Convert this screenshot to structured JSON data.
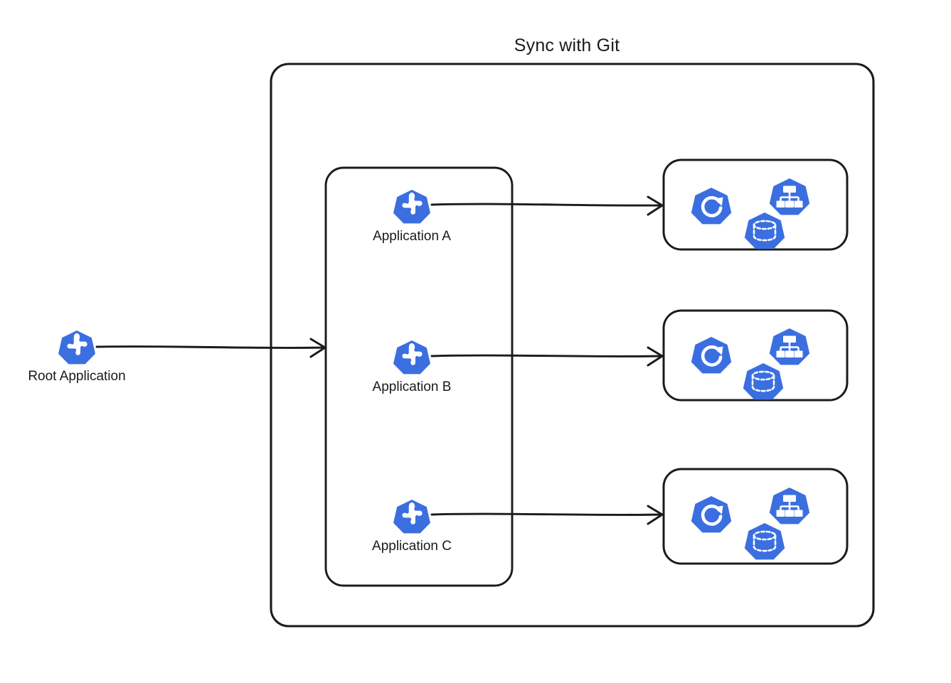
{
  "diagram": {
    "title": "Sync with Git",
    "background_color": "#ffffff",
    "stroke_color": "#1b1b1b",
    "accent_color": "#3b6fe0",
    "icon_glyph_color": "#ffffff"
  },
  "root_node": {
    "label": "Root Application",
    "icon": "argocd-application-icon"
  },
  "applications_group": {
    "name": "applications-container",
    "items": [
      {
        "label": "Application A",
        "icon": "argocd-application-icon"
      },
      {
        "label": "Application B",
        "icon": "argocd-application-icon"
      },
      {
        "label": "Application C",
        "icon": "argocd-application-icon"
      }
    ]
  },
  "clusters": [
    {
      "name": "cluster-resources-a",
      "icons": [
        {
          "name": "k8s-deployment-icon",
          "glyph": "circular-arrow"
        },
        {
          "name": "k8s-service-icon",
          "glyph": "hierarchy-tree"
        },
        {
          "name": "k8s-persistent-volume-icon",
          "glyph": "database-cylinder"
        }
      ]
    },
    {
      "name": "cluster-resources-b",
      "icons": [
        {
          "name": "k8s-deployment-icon",
          "glyph": "circular-arrow"
        },
        {
          "name": "k8s-service-icon",
          "glyph": "hierarchy-tree"
        },
        {
          "name": "k8s-persistent-volume-icon",
          "glyph": "database-cylinder"
        }
      ]
    },
    {
      "name": "cluster-resources-c",
      "icons": [
        {
          "name": "k8s-deployment-icon",
          "glyph": "circular-arrow"
        },
        {
          "name": "k8s-service-icon",
          "glyph": "hierarchy-tree"
        },
        {
          "name": "k8s-persistent-volume-icon",
          "glyph": "database-cylinder"
        }
      ]
    }
  ],
  "connections": [
    {
      "name": "root-to-applications-arrow",
      "from": "Root Application",
      "to": "applications-container"
    },
    {
      "name": "application-a-to-cluster-arrow",
      "from": "Application A",
      "to": "cluster-resources-a"
    },
    {
      "name": "application-b-to-cluster-arrow",
      "from": "Application B",
      "to": "cluster-resources-b"
    },
    {
      "name": "application-c-to-cluster-arrow",
      "from": "Application C",
      "to": "cluster-resources-c"
    }
  ]
}
